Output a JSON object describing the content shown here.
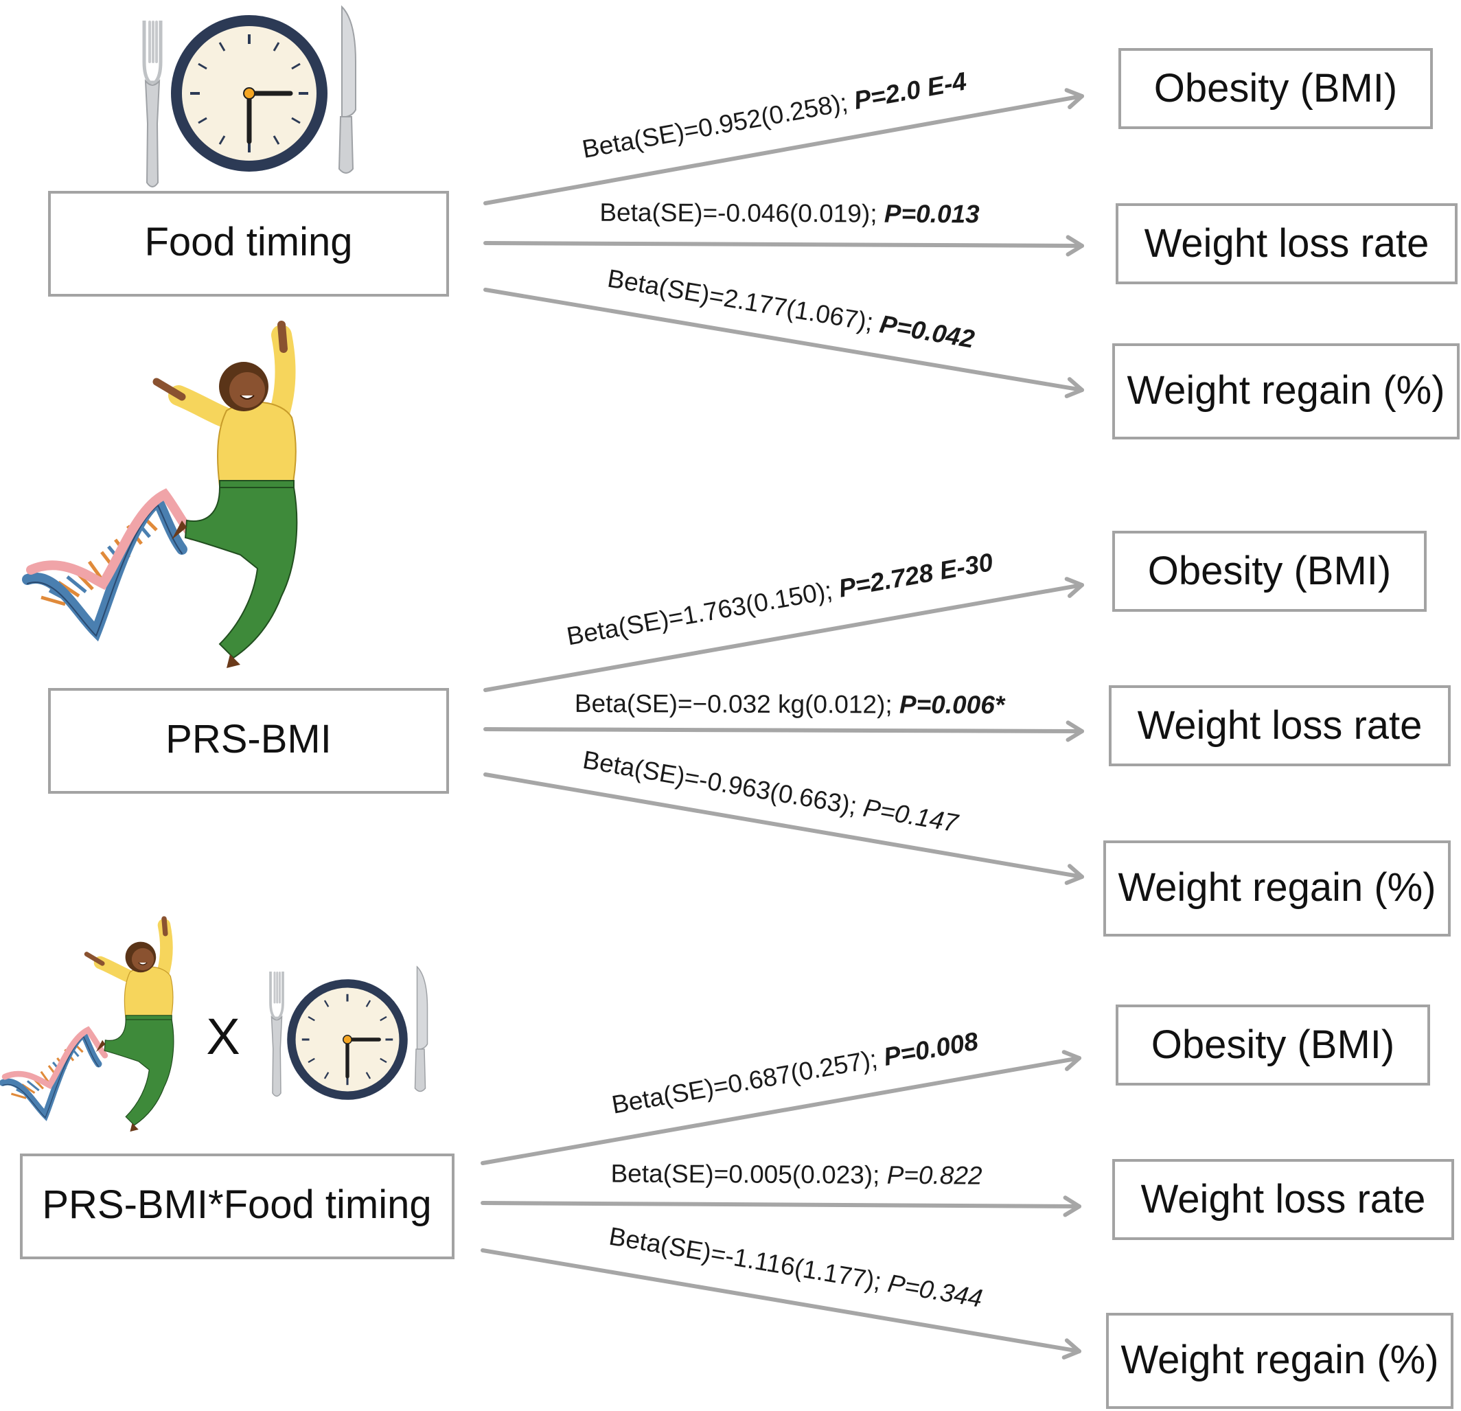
{
  "groups": [
    {
      "predictor": "Food timing",
      "illustration": [
        "fork-icon",
        "clock-icon",
        "knife-icon"
      ],
      "outcomes": [
        "Obesity (BMI)",
        "Weight loss rate",
        "Weight regain (%)"
      ],
      "edges": [
        {
          "beta": "Beta(SE)=0.952(0.258); ",
          "p": "P=2.0 E-4",
          "significant": true
        },
        {
          "beta": "Beta(SE)=-0.046(0.019); ",
          "p": "P=0.013",
          "significant": true
        },
        {
          "beta": "Beta(SE)=2.177(1.067); ",
          "p": "P=0.042",
          "significant": true
        }
      ]
    },
    {
      "predictor": "PRS-BMI",
      "illustration": [
        "dna-icon",
        "dancing-woman-icon"
      ],
      "outcomes": [
        "Obesity (BMI)",
        "Weight loss rate",
        "Weight regain (%)"
      ],
      "edges": [
        {
          "beta": "Beta(SE)=1.763(0.150); ",
          "p": "P=2.728 E-30",
          "significant": true
        },
        {
          "beta": "Beta(SE)=−0.032 kg(0.012); ",
          "p": "P=0.006*",
          "significant": true
        },
        {
          "beta": "Beta(SE)=-0.963(0.663); ",
          "p": "P=0.147",
          "significant": false
        }
      ]
    },
    {
      "predictor": "PRS-BMI*Food timing",
      "illustration": [
        "dna-icon",
        "dancing-woman-icon",
        "times-sign",
        "fork-icon",
        "clock-icon",
        "knife-icon"
      ],
      "times_symbol": "X",
      "outcomes": [
        "Obesity (BMI)",
        "Weight loss rate",
        "Weight regain (%)"
      ],
      "edges": [
        {
          "beta": "Beta(SE)=0.687(0.257); ",
          "p": "P=0.008",
          "significant": true
        },
        {
          "beta": "Beta(SE)=0.005(0.023); ",
          "p": "P=0.822",
          "significant": false
        },
        {
          "beta": "Beta(SE)=-1.116(1.177); ",
          "p": "P=0.344",
          "significant": false
        }
      ]
    }
  ],
  "colors": {
    "box_border": "#a3a3a3",
    "arrow": "#a6a6a6",
    "clock_rim": "#2c3a55",
    "clock_face": "#f8f1e0",
    "clock_center": "#f5a623",
    "shirt": "#f6d55c",
    "pants": "#3e8a3a",
    "skin": "#8a5230",
    "hair": "#5a3418",
    "dna_blue": "#4a7fb0",
    "dna_pink": "#f0a4a8",
    "dna_rung_orange": "#e08a3a"
  }
}
